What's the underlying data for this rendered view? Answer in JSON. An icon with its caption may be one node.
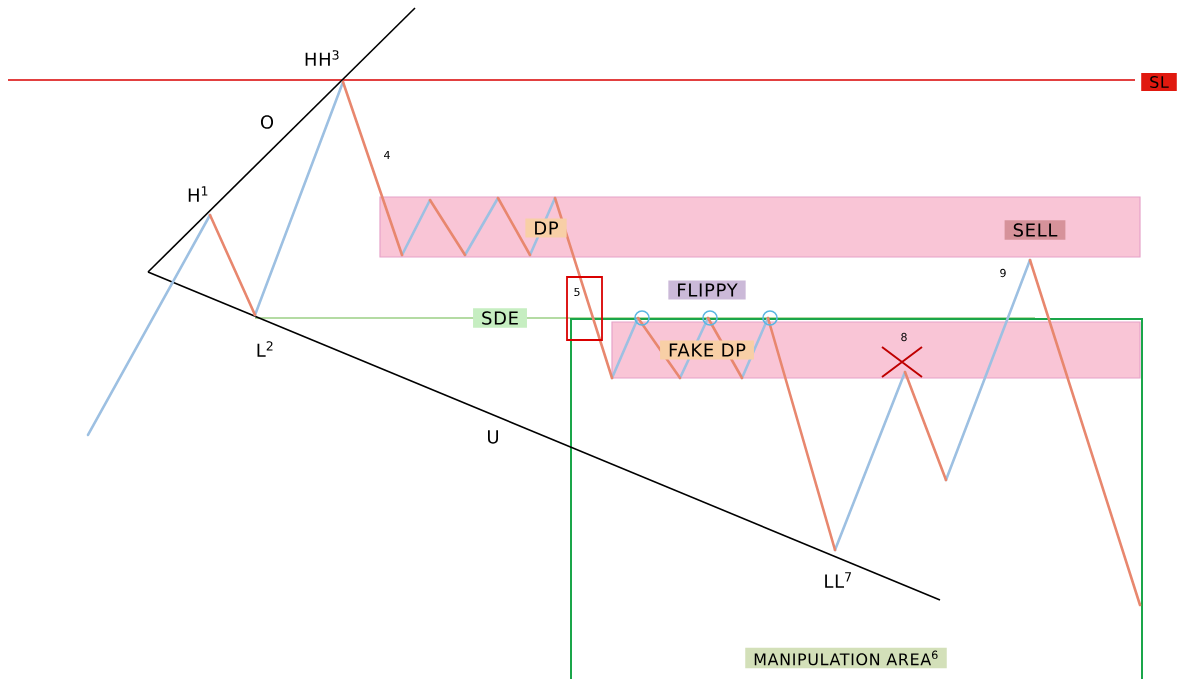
{
  "diagram": {
    "labels": [
      "HH$^{3}$",
      "SL",
      "O",
      "4",
      "H$^{1}$",
      "DP",
      "SELL",
      "9",
      "5",
      "FLIPPY",
      "SDE",
      "L$^{2}$",
      "FAKE DP",
      "8",
      "U",
      "LL$^{7}$",
      "MANIPULATION AREA$^{6}$"
    ]
  }
}
